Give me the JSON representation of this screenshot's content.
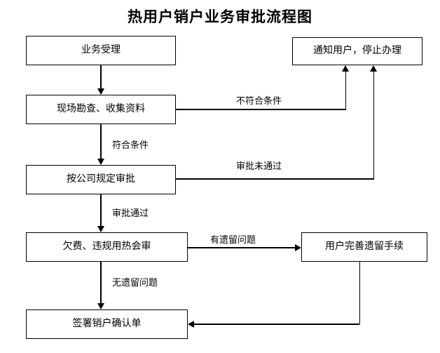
{
  "title": "热用户销户业务审批流程图",
  "nodes": {
    "accept": "业务受理",
    "survey": "现场勘查、收集资料",
    "approve": "按公司规定审批",
    "review": "欠费、违规用热会审",
    "sign": "签署销户确认单",
    "notify": "通知用户，停止办理",
    "completeFormalities": "用户完善遗留手续"
  },
  "edge_labels": {
    "not_qualified": "不符合条件",
    "qualified": "符合条件",
    "approval_failed": "审批未通过",
    "approval_passed": "审批通过",
    "has_issues": "有遗留问题",
    "no_issues": "无遗留问题"
  },
  "colors": {
    "line": "#000000",
    "box_border": "#000000",
    "background": "#ffffff",
    "text": "#000000"
  }
}
